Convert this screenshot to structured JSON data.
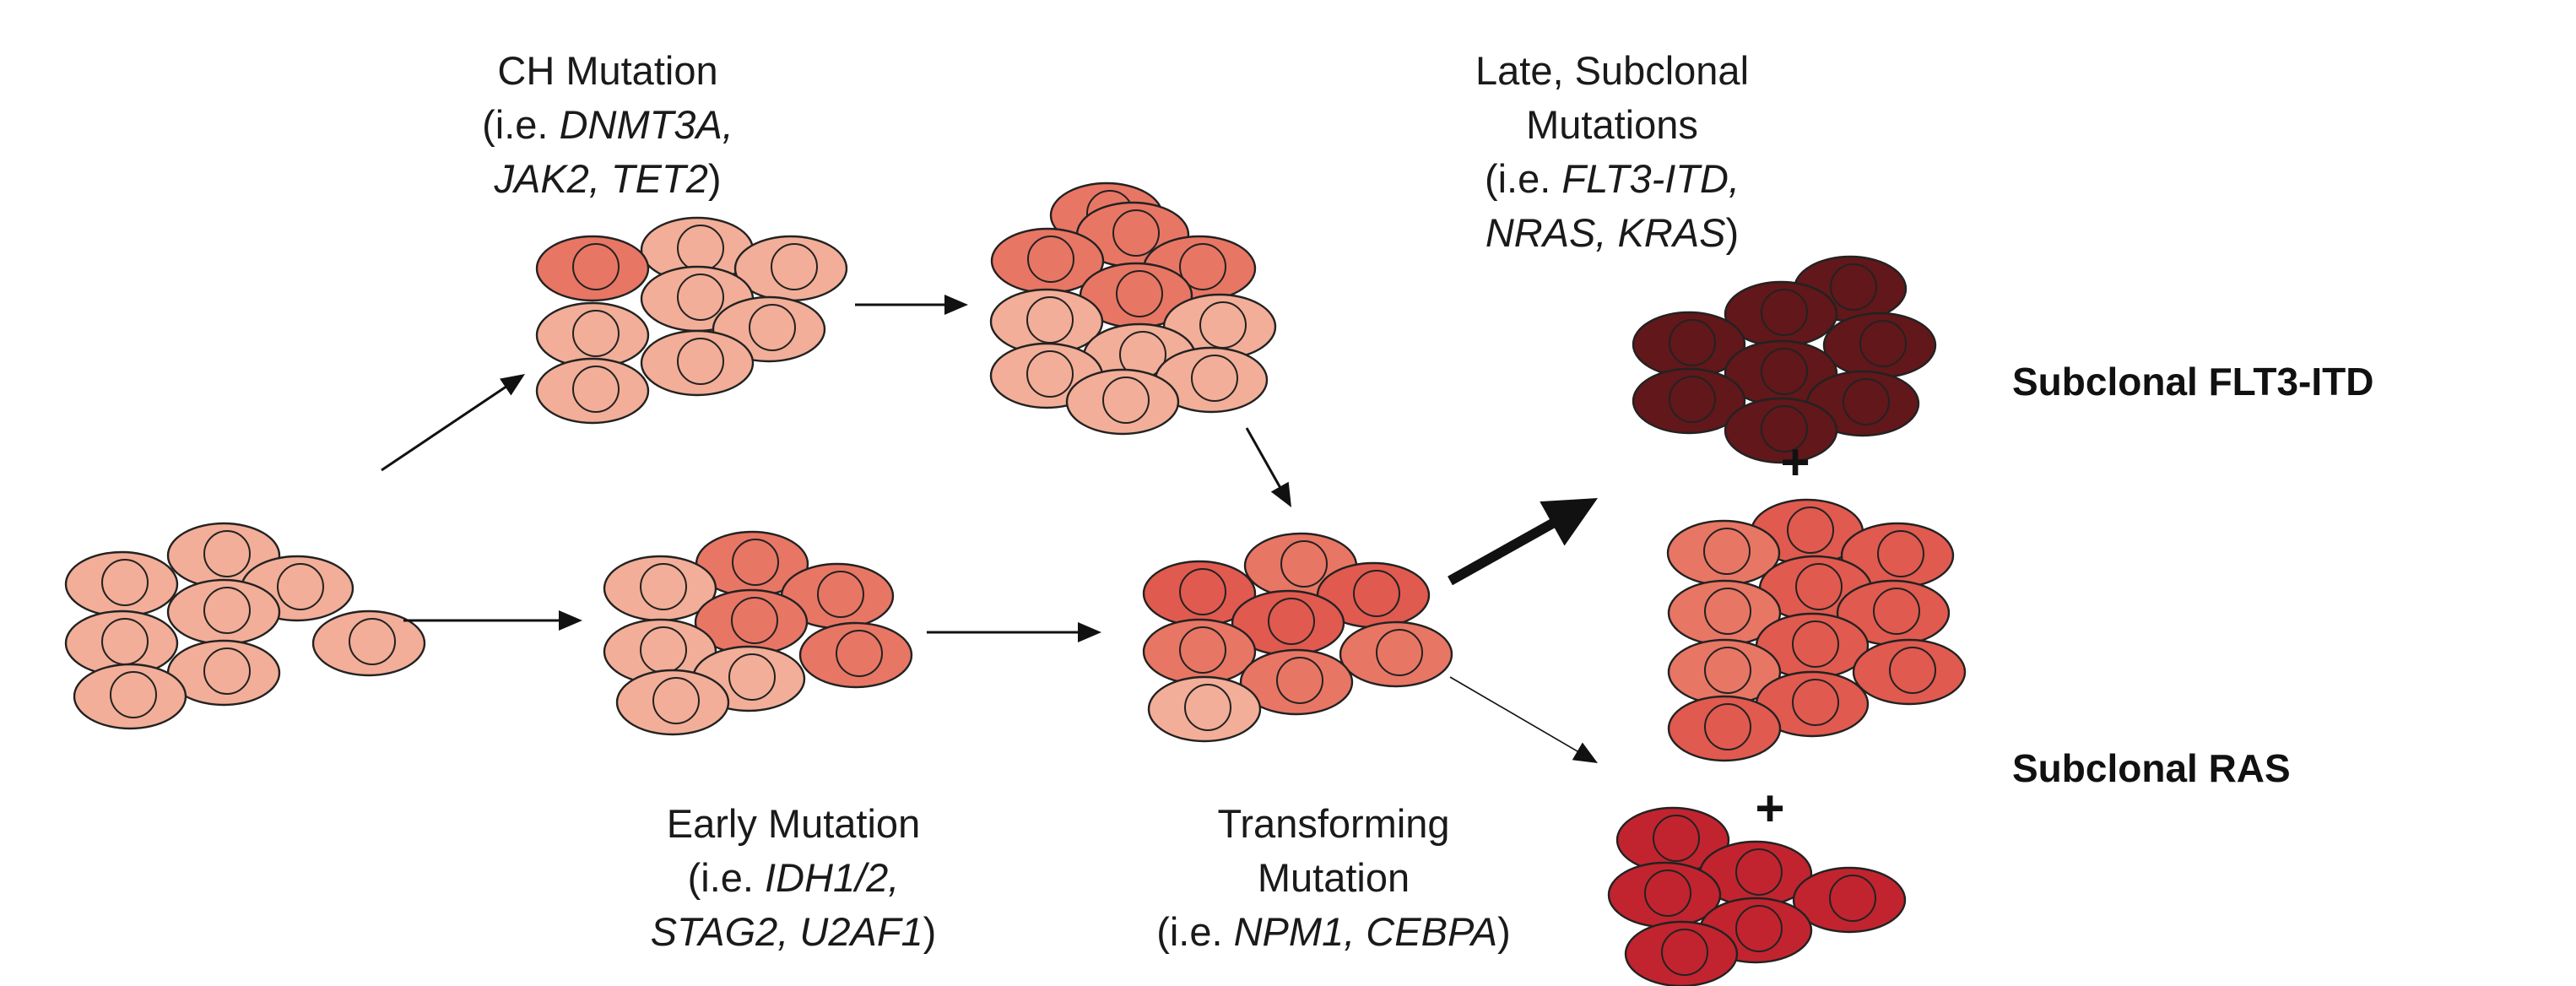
{
  "labels": {
    "ch": {
      "line1": "CH Mutation",
      "l2_pre": "(i.e. ",
      "l2_em": "DNMT3A,",
      "l3_em": "JAK2, TET2",
      "l3_post": ")"
    },
    "early": {
      "line1": "Early Mutation",
      "l2_pre": "(i.e. ",
      "l2_em": "IDH1/2,",
      "l3_em": "STAG2, U2AF1",
      "l3_post": ")"
    },
    "transforming": {
      "line1": "Transforming",
      "line2": "Mutation",
      "l3_pre": "(i.e. ",
      "l3_em": "NPM1, CEBPA",
      "l3_post": ")"
    },
    "late": {
      "line1": "Late, Subclonal",
      "line2": "Mutations",
      "l3_pre": "(i.e. ",
      "l3_em": "FLT3-ITD,",
      "l4_em": "NRAS, KRAS",
      "l4_post": ")"
    },
    "flt3": "Subclonal FLT3-ITD",
    "ras": "Subclonal RAS",
    "plus": "+"
  },
  "colors": {
    "light": "#F2AE98",
    "mid": "#E87664",
    "red": "#E05A4F",
    "crimson": "#C1242F",
    "maroon": "#62171A",
    "stroke": "#222222"
  }
}
